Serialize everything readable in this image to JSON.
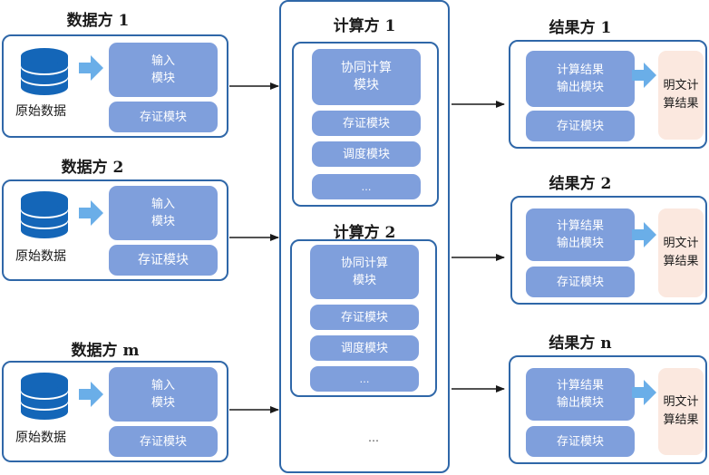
{
  "data_parties": [
    {
      "title": "数据方 1",
      "raw": "原始数据",
      "input": "输入\n模块",
      "store": "存证模块"
    },
    {
      "title": "数据方 2",
      "raw": "原始数据",
      "input": "输入\n模块",
      "store": "存证模块"
    },
    {
      "title": "数据方 m",
      "raw": "原始数据",
      "input": "输入\n模块",
      "store": "存证模块"
    }
  ],
  "compute_parties": [
    {
      "title": "计算方 1",
      "collab": "协同计算\n模块",
      "store": "存证模块",
      "schedule": "调度模块",
      "more": "…"
    },
    {
      "title": "计算方 2",
      "collab": "协同计算\n模块",
      "store": "存证模块",
      "schedule": "调度模块",
      "more": "…"
    }
  ],
  "compute_more": "…",
  "result_parties": [
    {
      "title": "结果方 1",
      "output": "计算结果\n输出模块",
      "store": "存证模块",
      "plain": "明文计\n算结果"
    },
    {
      "title": "结果方 2",
      "output": "计算结果\n输出模块",
      "store": "存证模块",
      "plain": "明文计\n算结果"
    },
    {
      "title": "结果方 n",
      "output": "计算结果\n输出模块",
      "store": "存证模块",
      "plain": "明文计\n算结果"
    }
  ],
  "colors": {
    "border": "#2f67a8",
    "module": "#7f9fdc",
    "db": "#1466b8",
    "arrow_light": "#6aaee8",
    "plain_bg": "#fbe8df"
  }
}
